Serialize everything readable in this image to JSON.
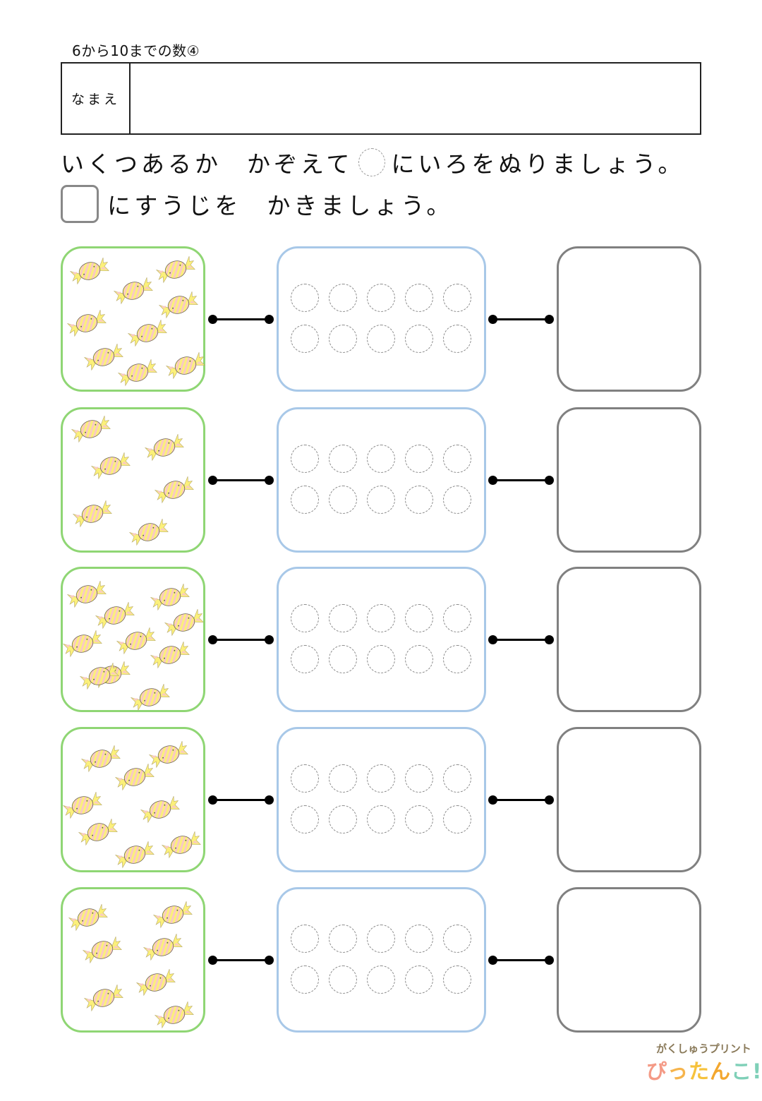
{
  "worksheet": {
    "title": "6から10までの数④",
    "name_label": "なまえ",
    "name_value": "",
    "instructions": {
      "line1_part1": "いくつあるか",
      "line1_part2": "かぞえて",
      "line1_part3": "にいろをぬりましょう。",
      "line2_part1": "にすうじを",
      "line2_part2": "かきましょう。"
    },
    "rows": [
      {
        "item": "candy-icon",
        "count": 9,
        "circles": 10,
        "answer": ""
      },
      {
        "item": "candy-icon",
        "count": 6,
        "circles": 10,
        "answer": ""
      },
      {
        "item": "candy-icon",
        "count": 10,
        "circles": 10,
        "answer": ""
      },
      {
        "item": "candy-icon",
        "count": 8,
        "circles": 10,
        "answer": ""
      },
      {
        "item": "candy-icon",
        "count": 7,
        "circles": 10,
        "answer": ""
      }
    ]
  },
  "logo": {
    "top_text": "がくしゅうプリント",
    "bottom_chars": [
      "ぴ",
      "っ",
      "た",
      "ん",
      "こ",
      "!"
    ],
    "bottom_colors": [
      "#f49a86",
      "#f6b44c",
      "#f6c23c",
      "#f3a72e",
      "#7fd0b8",
      "#7fd0b8"
    ]
  },
  "colors": {
    "picture_border": "#8fd674",
    "circle_border": "#a8c8e8",
    "answer_border": "#808080",
    "candy_pink": "#f9c9c4",
    "candy_yellow": "#fbf07a"
  }
}
